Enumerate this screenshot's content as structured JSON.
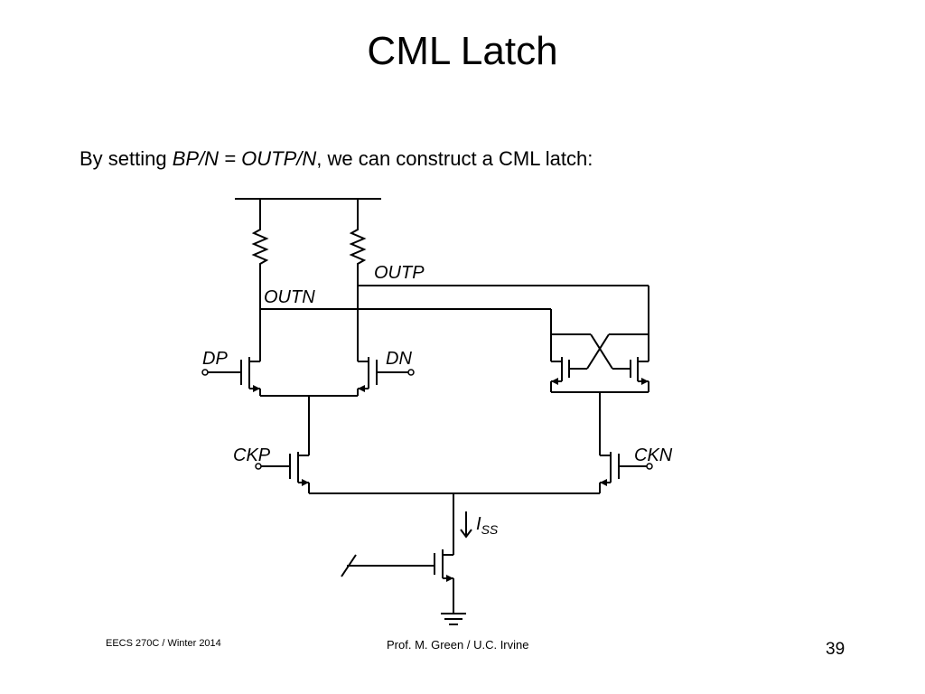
{
  "slide": {
    "title": "CML Latch",
    "intro": {
      "prefix": "By setting ",
      "emph": "BP/N = OUTP/N",
      "suffix": ", we can construct a CML latch:"
    }
  },
  "schematic": {
    "labels": {
      "outp": "OUTP",
      "outn": "OUTN",
      "dp": "DP",
      "dn": "DN",
      "ckp": "CKP",
      "ckn": "CKN",
      "iss_main": "I",
      "iss_sub": "SS"
    }
  },
  "footer": {
    "course": "EECS 270C / Winter 2014",
    "author": "Prof. M. Green / U.C. Irvine",
    "page": "39"
  }
}
